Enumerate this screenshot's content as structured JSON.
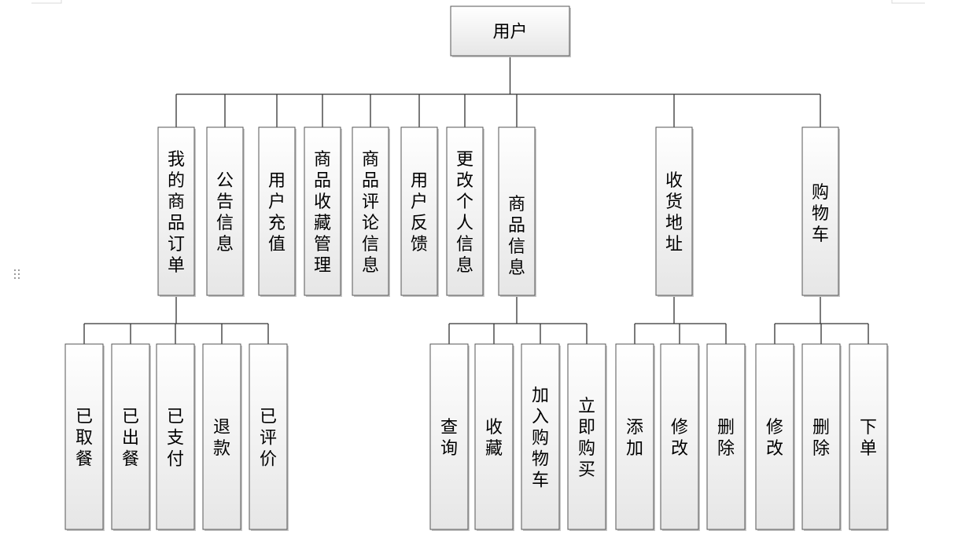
{
  "diagram": {
    "root": {
      "label": "用户"
    },
    "level1": [
      {
        "label": "我的商品订单"
      },
      {
        "label": "公告信息"
      },
      {
        "label": "用户充值"
      },
      {
        "label": "商品收藏管理"
      },
      {
        "label": "商品评论信息"
      },
      {
        "label": "用户反馈"
      },
      {
        "label": "更改个人信息"
      },
      {
        "label": "商品信息"
      },
      {
        "label": "收货地址"
      },
      {
        "label": "购物车"
      }
    ],
    "level2": {
      "order": [
        {
          "label": "已取餐"
        },
        {
          "label": "已出餐"
        },
        {
          "label": "已支付"
        },
        {
          "label": "退款"
        },
        {
          "label": "已评价"
        }
      ],
      "goods": [
        {
          "label": "查询"
        },
        {
          "label": "收藏"
        },
        {
          "label": "加入购物车"
        },
        {
          "label": "立即购买"
        }
      ],
      "address": [
        {
          "label": "添加"
        },
        {
          "label": "修改"
        },
        {
          "label": "删除"
        }
      ],
      "cart": [
        {
          "label": "修改"
        },
        {
          "label": "删除"
        },
        {
          "label": "下单"
        }
      ]
    }
  }
}
